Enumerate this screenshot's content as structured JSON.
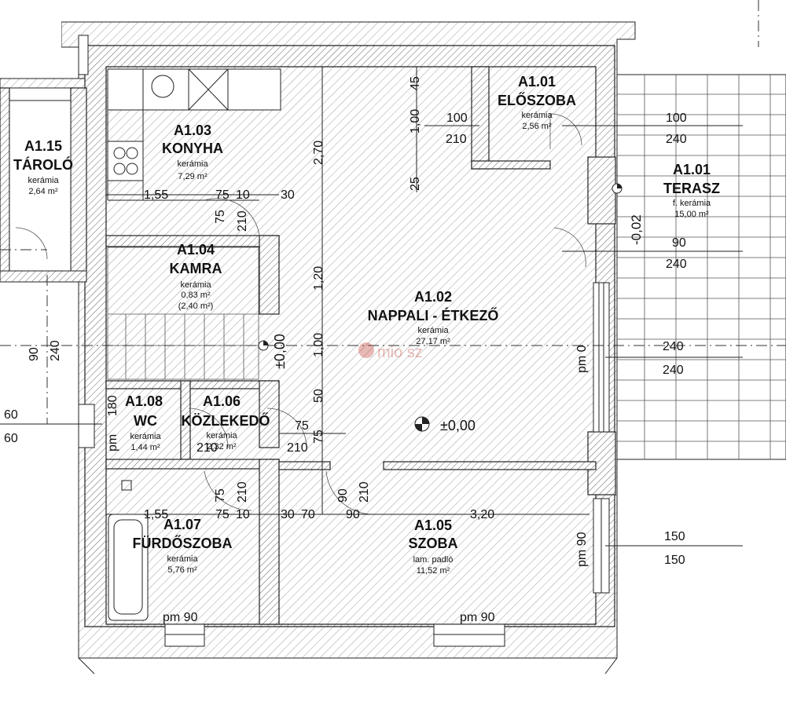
{
  "rooms": [
    {
      "id": "A1.01",
      "name": "ELŐSZOBA",
      "material": "kerámia",
      "area": "2,56 m²"
    },
    {
      "id": "A1.01",
      "name": "TERASZ",
      "material": "f. kerámia",
      "area": "15,00 m²"
    },
    {
      "id": "A1.02",
      "name": "NAPPALI - ÉTKEZŐ",
      "material": "kerámia",
      "area": "27,17 m²"
    },
    {
      "id": "A1.03",
      "name": "KONYHA",
      "material": "kerámia",
      "area": "7,29 m²"
    },
    {
      "id": "A1.04",
      "name": "KAMRA",
      "material": "kerámia",
      "area": "0,83 m²",
      "extra": "(2,40 m²)"
    },
    {
      "id": "A1.05",
      "name": "SZOBA",
      "material": "lam. padló",
      "area": "11,52 m²"
    },
    {
      "id": "A1.06",
      "name": "KÖZLEKEDŐ",
      "material": "kerámia",
      "area": "2,32 m²"
    },
    {
      "id": "A1.07",
      "name": "FÜRDŐSZOBA",
      "material": "kerámia",
      "area": "5,76 m²"
    },
    {
      "id": "A1.08",
      "name": "WC",
      "material": "kerámia",
      "area": "1,44 m²"
    },
    {
      "id": "A1.15",
      "name": "TÁROLÓ",
      "material": "kerámia",
      "area": "2,64 m²"
    }
  ],
  "levels": {
    "main": "±0,00",
    "stair": "±0,00",
    "terrace": "-0,02"
  },
  "dimensions": {
    "d270": "2,70",
    "d120": "1,20",
    "d100a": "1,00",
    "d100b": "1,00",
    "d50": "50",
    "d45": "45",
    "d25": "25",
    "d155a": "1,55",
    "d75a": "75",
    "d10a": "10",
    "d30a": "30",
    "d155b": "1,55",
    "d75b": "75",
    "d10b": "10",
    "d30b": "30",
    "d70": "70",
    "d90": "90",
    "d320": "3,20",
    "v75a": "75",
    "v210a": "210",
    "v75b": "75",
    "v210b": "210",
    "v90c": "90",
    "v210c": "210",
    "v180": "180",
    "v90d": "90",
    "v240d": "240",
    "door100": "100",
    "door210": "210",
    "door100b": "100",
    "door240a": "240",
    "door90": "90",
    "door240b": "240",
    "door240c": "240",
    "door240d": "240",
    "door150a": "150",
    "door150b": "150",
    "door60a": "60",
    "door60b": "60",
    "d75c": "75",
    "d210c": "210",
    "d75d": "75",
    "d210d": "210"
  },
  "windows": {
    "pm0": "pm 0",
    "pm90a": "pm 90",
    "pm90b": "pm 90",
    "pm90c": "pm 90",
    "pmwc": "pm"
  },
  "watermark": "mio sz"
}
